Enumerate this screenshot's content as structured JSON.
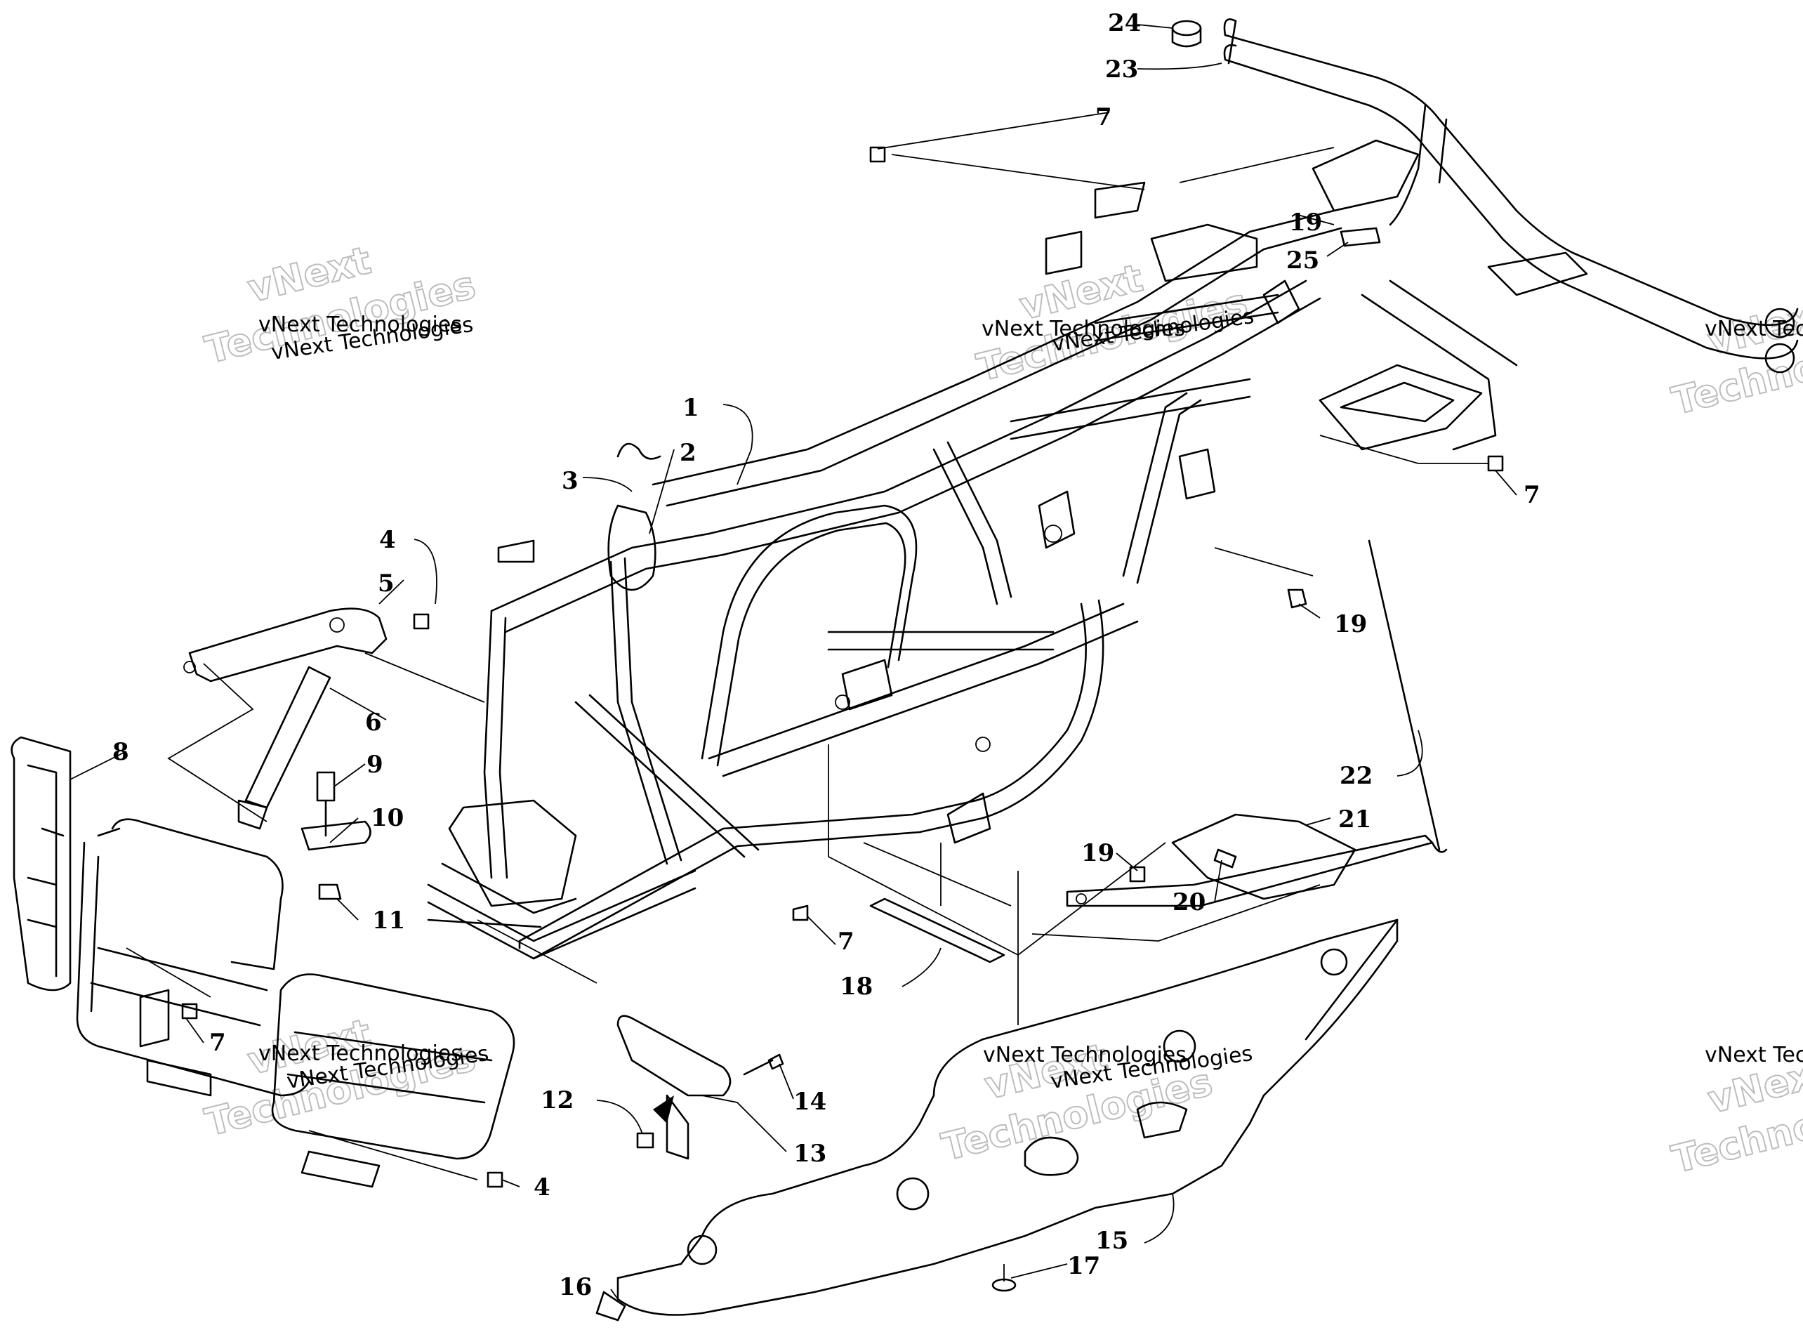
{
  "watermark": {
    "line1": "vNext Technologies",
    "big1": "vNext",
    "big2": "Technologies"
  },
  "callouts": [
    "1",
    "2",
    "3",
    "4",
    "5",
    "6",
    "7",
    "8",
    "9",
    "10",
    "11",
    "12",
    "13",
    "14",
    "15",
    "16",
    "17",
    "18",
    "19",
    "20",
    "21",
    "22",
    "23",
    "24",
    "25"
  ]
}
